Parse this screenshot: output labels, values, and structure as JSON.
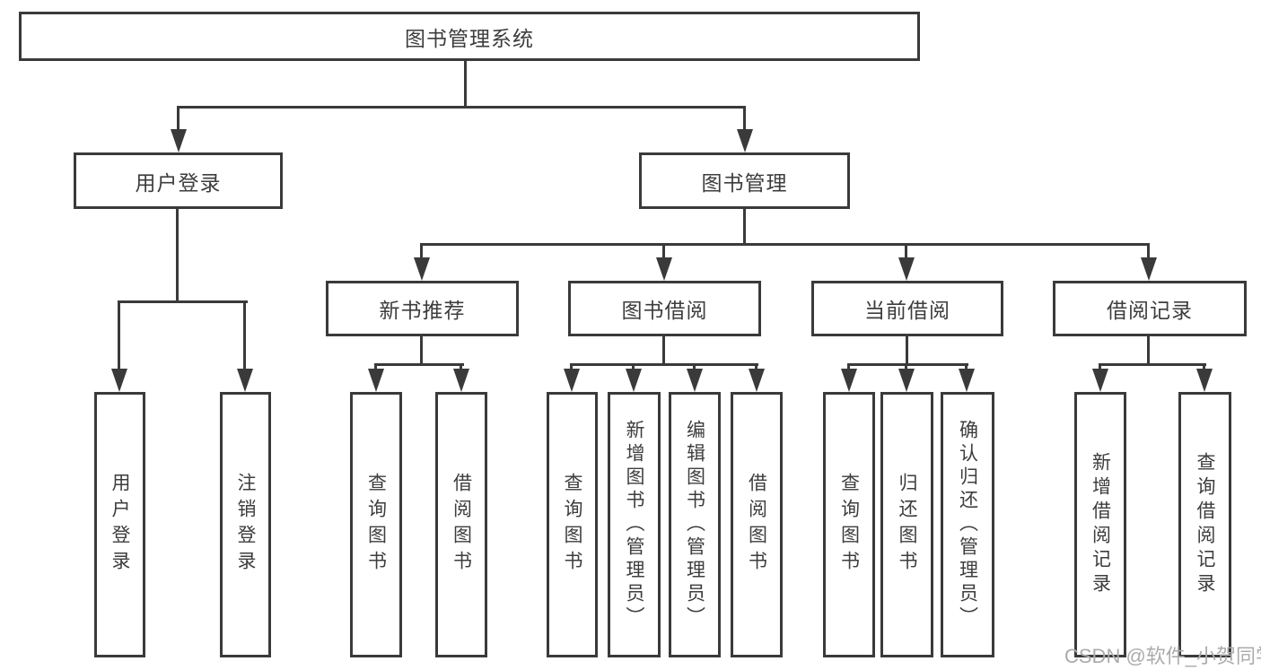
{
  "diagram_title": "图书管理系统",
  "colors": {
    "line": "#3a3a3a",
    "text": "#3d3d3d",
    "watermark": "#ababab",
    "background": "#ffffff"
  },
  "tree": {
    "root": {
      "label": "图书管理系统"
    },
    "branches": [
      {
        "label": "用户登录",
        "children": [
          {
            "label": "用户登录"
          },
          {
            "label": "注销登录"
          }
        ]
      },
      {
        "label": "图书管理",
        "children": [
          {
            "label": "新书推荐",
            "children": [
              {
                "label": "查询图书"
              },
              {
                "label": "借阅图书"
              }
            ]
          },
          {
            "label": "图书借阅",
            "children": [
              {
                "label": "查询图书"
              },
              {
                "label": "新增图书（管理员）"
              },
              {
                "label": "编辑图书（管理员）"
              },
              {
                "label": "借阅图书"
              }
            ]
          },
          {
            "label": "当前借阅",
            "children": [
              {
                "label": "查询图书"
              },
              {
                "label": "归还图书"
              },
              {
                "label": "确认归还（管理员）"
              }
            ]
          },
          {
            "label": "借阅记录",
            "children": [
              {
                "label": "新增借阅记录"
              },
              {
                "label": "查询借阅记录"
              }
            ]
          }
        ]
      }
    ]
  },
  "watermark": {
    "text": "CSDN @软件_小贺同学"
  }
}
